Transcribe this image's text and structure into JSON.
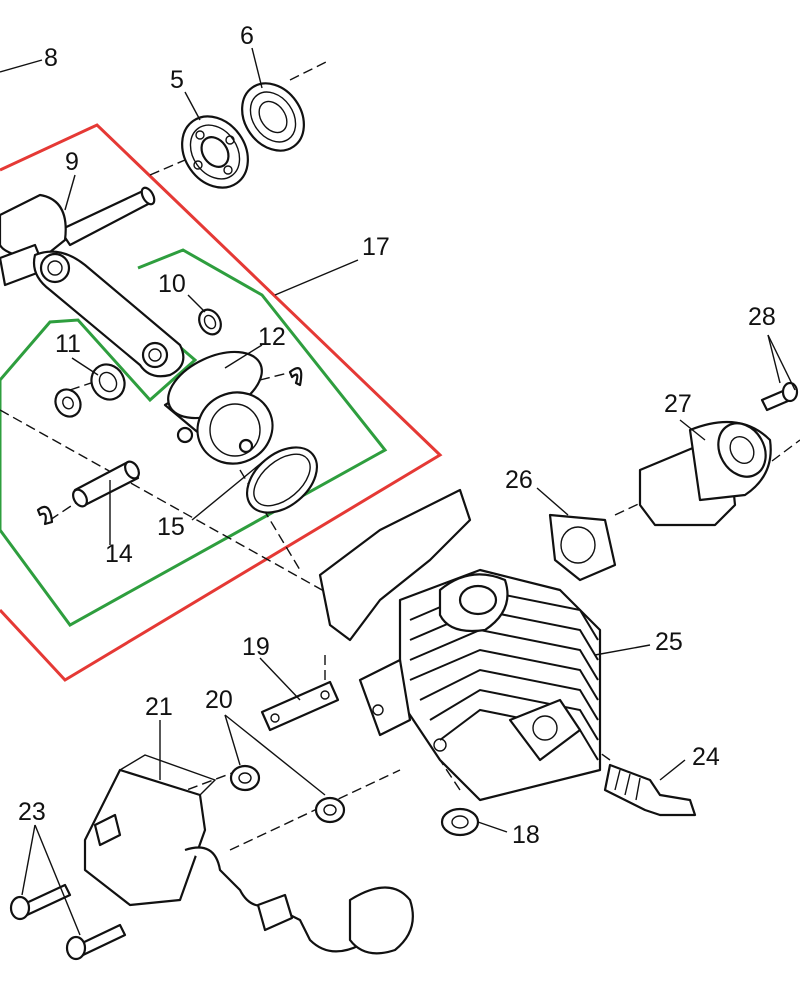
{
  "colors": {
    "outline_red": "#e53935",
    "outline_green": "#2e9e3e",
    "ink": "#111111",
    "background": "#ffffff"
  },
  "callouts": {
    "c5": "5",
    "c6": "6",
    "c8": "8",
    "c9": "9",
    "c10": "10",
    "c11": "11",
    "c12": "12",
    "c14": "14",
    "c15": "15",
    "c17": "17",
    "c18": "18",
    "c19": "19",
    "c20": "20",
    "c21": "21",
    "c23": "23",
    "c24": "24",
    "c25": "25",
    "c26": "26",
    "c27": "27",
    "c28": "28"
  }
}
